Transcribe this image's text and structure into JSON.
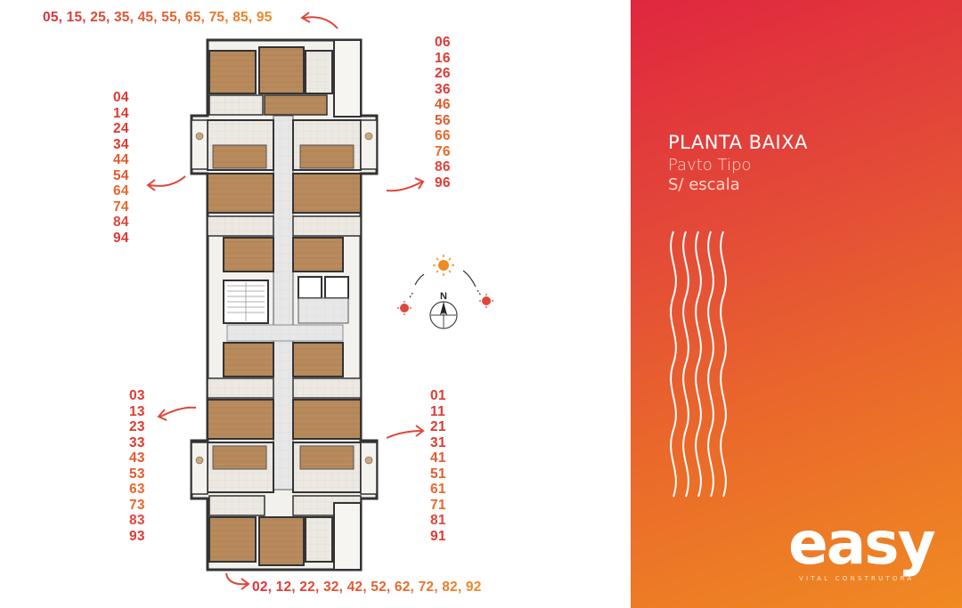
{
  "title": "PLANTA BAIXA",
  "subtitle": "Pavto Tipo",
  "scale": "S/ escala",
  "brand": {
    "name": "easy",
    "tagline": "VITAL CONSTRUTORA"
  },
  "colors": {
    "accent_red": "#dd3a32",
    "accent_orange": "#ef7a2a",
    "panel_top": "#e0263f",
    "panel_bottom": "#f08a22"
  },
  "compass": {
    "north_label": "N"
  },
  "units": {
    "top": "05, 15, 25, 35, 45, 55, 65, 75, 85, 95",
    "bottom": "02, 12, 22, 32, 42, 52, 62, 72, 82, 92",
    "upper_left": [
      "04",
      "14",
      "24",
      "34",
      "44",
      "54",
      "64",
      "74",
      "84",
      "94"
    ],
    "upper_right": [
      "06",
      "16",
      "26",
      "36",
      "46",
      "56",
      "66",
      "76",
      "86",
      "96"
    ],
    "lower_left": [
      "03",
      "13",
      "23",
      "33",
      "43",
      "53",
      "63",
      "73",
      "83",
      "93"
    ],
    "lower_right": [
      "01",
      "11",
      "21",
      "31",
      "41",
      "51",
      "61",
      "71",
      "81",
      "91"
    ]
  }
}
